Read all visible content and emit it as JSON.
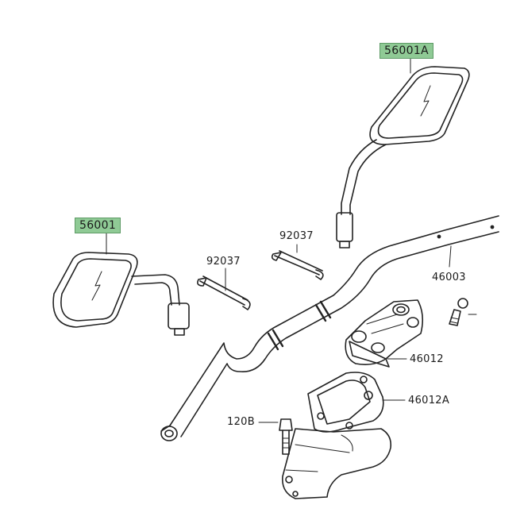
{
  "parts": {
    "mirror_right": "56001A",
    "mirror_left": "56001",
    "clip_right": "92037",
    "clip_left": "92037",
    "handlebar": "46003",
    "holder_upper": "46012",
    "holder_lower": "46012A",
    "bolt": "120B"
  },
  "colors": {
    "highlight": "#8fca95",
    "line": "#222222"
  }
}
